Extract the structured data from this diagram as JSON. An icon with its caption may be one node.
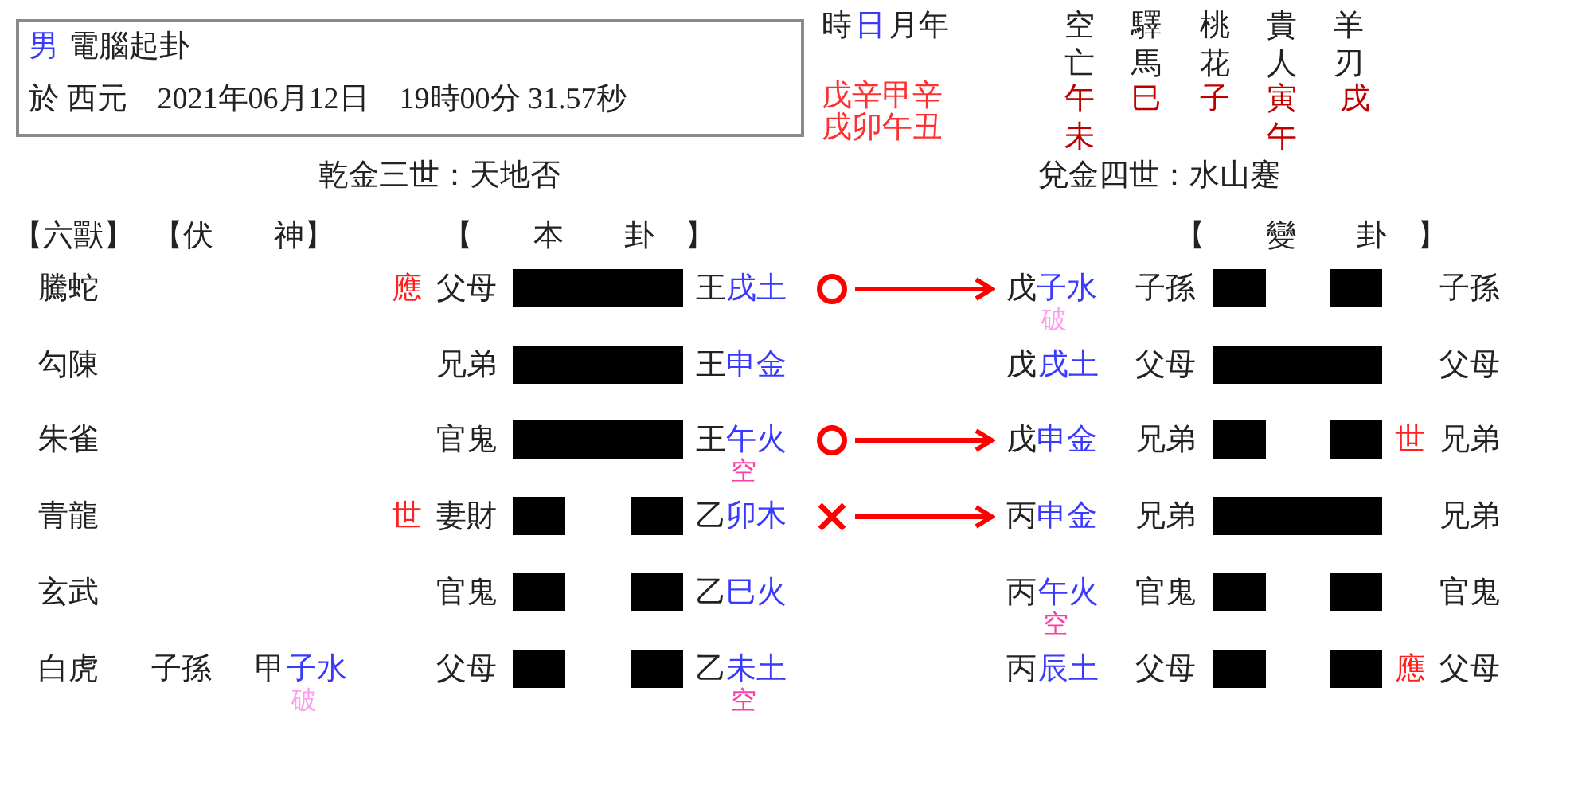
{
  "diagram": {
    "nodes": [
      {
        "text": [
          "男",
          "電腦起卦",
          "於 西元　2021年06月12日　19時00分 31.57秒"
        ]
      },
      {
        "text": [],
        "shape": "circle"
      },
      {
        "text": [
          "戊",
          "子水"
        ],
        "beside": [
          "破"
        ]
      },
      {
        "text": [],
        "shape": "circle"
      },
      {
        "text": [
          "戊",
          "申金"
        ]
      },
      {
        "text": [],
        "shape": "cross"
      },
      {
        "text": [
          "丙",
          "申金"
        ]
      }
    ],
    "edges": [
      {
        "from": 1,
        "to": 2,
        "arrow": "to"
      },
      {
        "from": 3,
        "to": 4,
        "arrow": "to"
      },
      {
        "from": 5,
        "to": 6,
        "arrow": "to"
      }
    ],
    "labels": [
      "時",
      "日",
      "月年",
      "空亡",
      "驛馬",
      "桃花",
      "貴人",
      "羊刃",
      "戊辛甲辛",
      "戌卯午丑",
      "午未",
      "巳",
      "子",
      "寅午",
      "戌",
      "乾金三世：天地否",
      "兌金四世：水山蹇",
      "【六獸】",
      "【伏　　神】",
      "【　　本　　卦　】",
      "【　　變　　卦　】",
      "騰蛇",
      "應",
      "父母",
      "王",
      "戌土",
      "子孫",
      "子孫",
      "勾陳",
      "兄弟",
      "王",
      "申金",
      "戊",
      "戌土",
      "父母",
      "父母",
      "朱雀",
      "官鬼",
      "王",
      "午火",
      "兄弟",
      "世",
      "兄弟",
      "空",
      "青龍",
      "世",
      "妻財",
      "乙",
      "卯木",
      "兄弟",
      "兄弟",
      "玄武",
      "官鬼",
      "乙",
      "巳火",
      "丙",
      "午火",
      "官鬼",
      "官鬼",
      "空",
      "白虎",
      "子孫",
      "甲",
      "子水",
      "父母",
      "乙",
      "未土",
      "丙",
      "辰土",
      "父母",
      "應",
      "父母",
      "破",
      "空"
    ]
  }
}
